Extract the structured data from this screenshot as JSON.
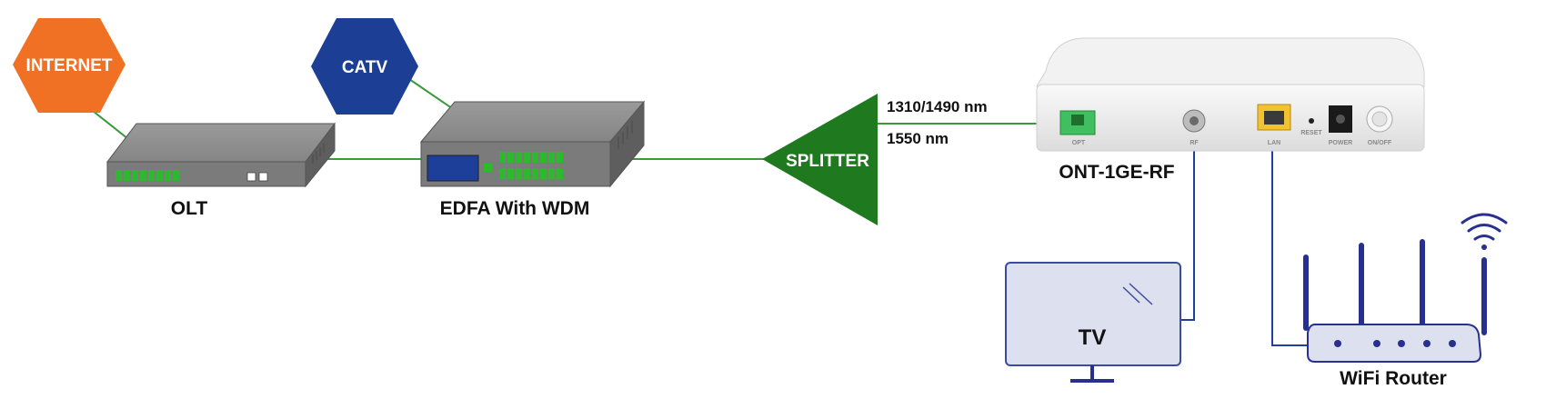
{
  "nodes": {
    "internet": "INTERNET",
    "catv": "CATV",
    "olt": "OLT",
    "edfa": "EDFA With WDM",
    "splitter": "SPLITTER",
    "ont": "ONT-1GE-RF",
    "tv": "TV",
    "router": "WiFi Router"
  },
  "wavelengths": {
    "upstream_downstream": "1310/1490 nm",
    "video": "1550 nm"
  },
  "ont_ports": {
    "opt": "OPT",
    "rf": "RF",
    "lan": "LAN",
    "reset": "RESET",
    "power": "POWER",
    "onoff": "ON/OFF"
  },
  "colors": {
    "internet": "#f07124",
    "catv": "#1c3f95",
    "splitter": "#1f7a1f",
    "fiber_line": "#3a9a3a",
    "coax_line": "#2040a0",
    "device_gray": "#7b7b7b",
    "led_green": "#2eb82e",
    "edfa_display": "#1d3f9a",
    "tv_fill": "#dde0ee",
    "tv_stroke": "#3b4ba0",
    "router_blue": "#27308f"
  }
}
